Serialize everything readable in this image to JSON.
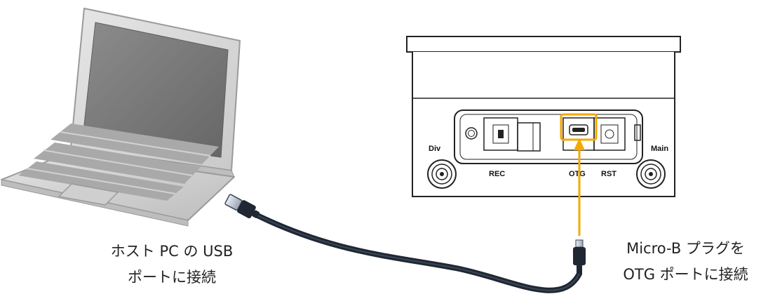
{
  "device": {
    "label_div": "Div",
    "label_main": "Main",
    "label_rec": "REC",
    "label_otg": "OTG",
    "label_rst": "RST"
  },
  "captions": {
    "host_line1": "ホスト PC の USB",
    "host_line2": "ポートに接続",
    "device_line1": "Micro-B プラグを",
    "device_line2": "OTG ポートに接続"
  },
  "colors": {
    "highlight": "#F5A800",
    "cable": "#1F2733",
    "outline": "#222222",
    "laptop_body": "#D9D9D9",
    "laptop_screen": "#7B7B7B"
  }
}
